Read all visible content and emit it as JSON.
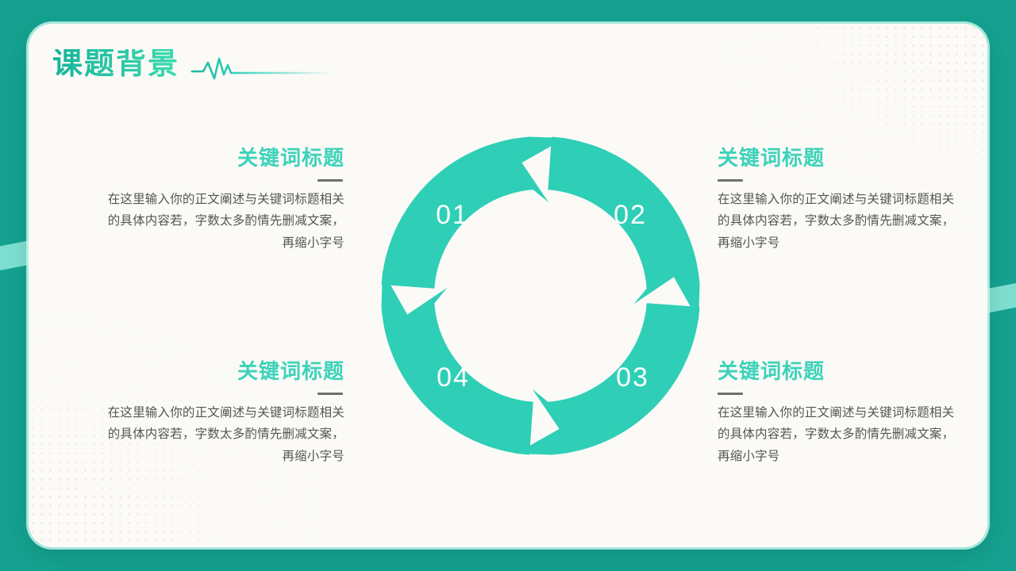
{
  "theme": {
    "backdrop_teal": "#15a08f",
    "stripe_teal": "#8fe9da",
    "card_bg": "#fbfaf7",
    "accent_teal": "#2ecfb6",
    "title_teal": "#3ed2b9",
    "body_gray": "#555555",
    "rule_gray": "#6f6f6f",
    "number_white": "#ffffff"
  },
  "header": {
    "title": "课题背景",
    "decoration": "heartbeat-line"
  },
  "blocks": [
    {
      "id": "01",
      "title": "关键词标题",
      "body": "在这里输入你的正文阐述与关键词标题相关的具体内容若，字数太多酌情先删减文案，再缩小字号",
      "align": "right"
    },
    {
      "id": "02",
      "title": "关键词标题",
      "body": "在这里输入你的正文阐述与关键词标题相关的具体内容若，字数太多酌情先删减文案，再缩小字号",
      "align": "left"
    },
    {
      "id": "04",
      "title": "关键词标题",
      "body": "在这里输入你的正文阐述与关键词标题相关的具体内容若，字数太多酌情先删减文案，再缩小字号",
      "align": "right"
    },
    {
      "id": "03",
      "title": "关键词标题",
      "body": "在这里输入你的正文阐述与关键词标题相关的具体内容若，字数太多酌情先删减文案，再缩小字号",
      "align": "left"
    }
  ],
  "cycle": {
    "type": "circular-arrow-cycle",
    "segment_count": 4,
    "direction": "clockwise",
    "segments": [
      {
        "number": "01",
        "position": "top-left"
      },
      {
        "number": "02",
        "position": "top-right"
      },
      {
        "number": "03",
        "position": "bottom-right"
      },
      {
        "number": "04",
        "position": "bottom-left"
      }
    ]
  }
}
